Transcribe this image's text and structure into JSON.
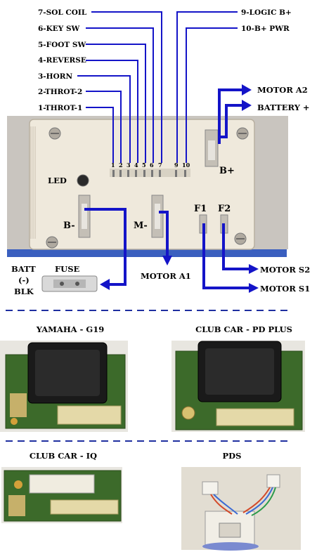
{
  "pin_labels": {
    "left": [
      {
        "id": "p7",
        "text": "7-SOL COIL"
      },
      {
        "id": "p6",
        "text": "6-KEY SW"
      },
      {
        "id": "p5",
        "text": "5-FOOT SW"
      },
      {
        "id": "p4",
        "text": "4-REVERSE"
      },
      {
        "id": "p3",
        "text": "3-HORN"
      },
      {
        "id": "p2",
        "text": "2-THROT-2"
      },
      {
        "id": "p1",
        "text": "1-THROT-1"
      }
    ],
    "right": [
      {
        "id": "p9",
        "text": "9-LOGIC B+"
      },
      {
        "id": "p10",
        "text": "10-B+ PWR"
      }
    ]
  },
  "pin_numbers": [
    "1",
    "2",
    "3",
    "4",
    "5",
    "6",
    "7",
    "9",
    "10"
  ],
  "terminals": {
    "b_plus": "B+",
    "b_minus": "B-",
    "m_minus": "M-",
    "f1": "F1",
    "f2": "F2",
    "led": "LED"
  },
  "connections": {
    "motor_a2": "MOTOR A2",
    "battery_plus": "BATTERY +",
    "motor_a1": "MOTOR A1",
    "motor_s2": "MOTOR S2",
    "motor_s1": "MOTOR S1",
    "batt_line1": "BATT",
    "batt_line2": "(-)",
    "batt_line3": "BLK",
    "fuse": "FUSE"
  },
  "boards": {
    "yamaha": "YAMAHA - G19",
    "club_car_pd": "CLUB CAR - PD PLUS",
    "club_car_iq": "CLUB CAR - IQ",
    "pds": "PDS"
  },
  "colors": {
    "wire_blue": "#1414c8",
    "divider_blue": "#1f2fa0",
    "board_green": "#3c6a2a",
    "controller_beige": "#efe9dc"
  }
}
